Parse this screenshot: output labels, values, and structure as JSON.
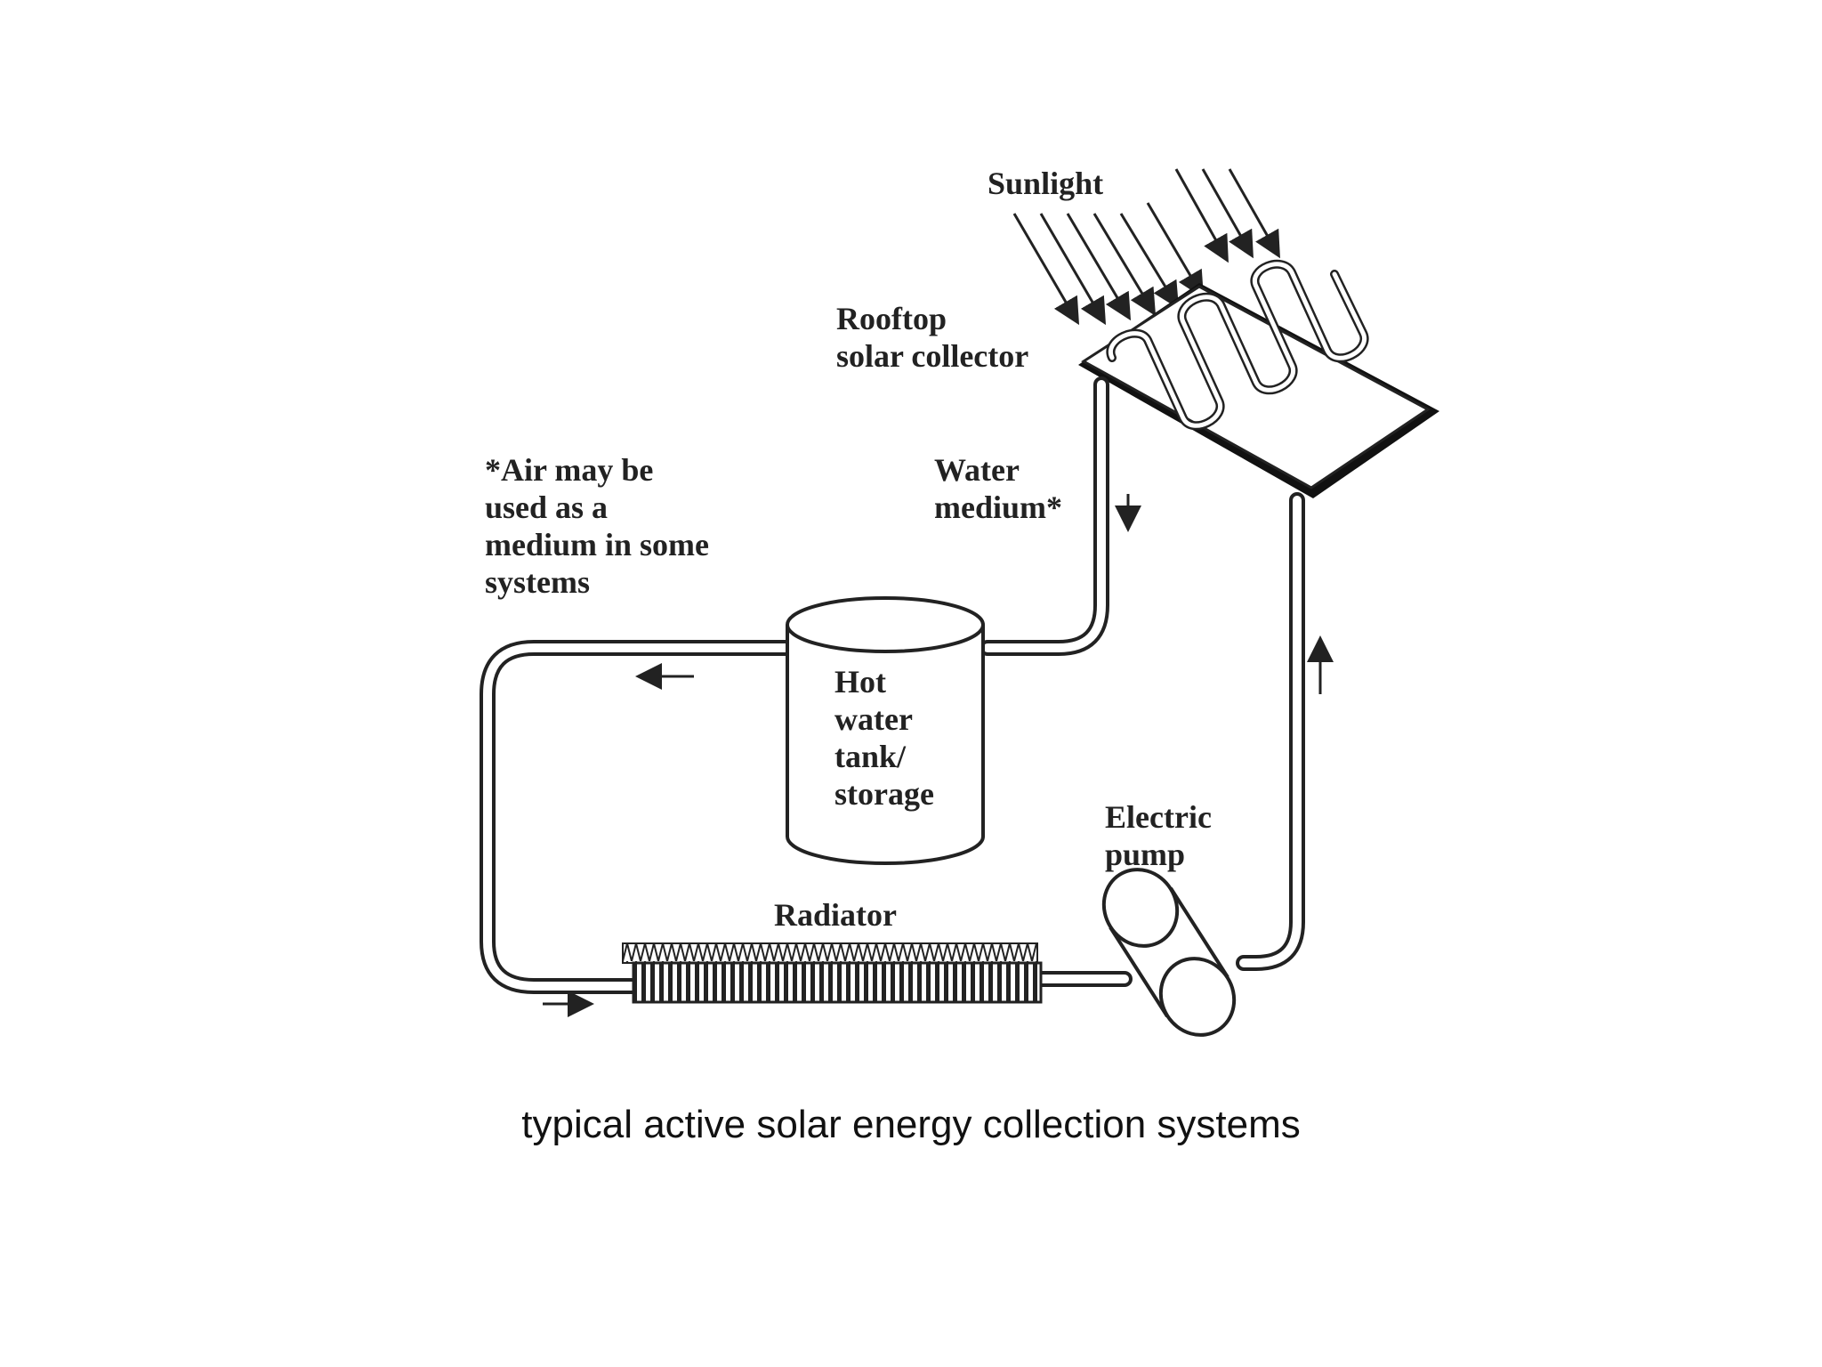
{
  "labels": {
    "sunlight": "Sunlight",
    "rooftop_line1": "Rooftop",
    "rooftop_line2": "solar collector",
    "air_line1": "*Air may be",
    "air_line2": "used as a",
    "air_line3": "medium in some",
    "air_line4": "systems",
    "water_line1": "Water",
    "water_line2": "medium*",
    "tank_line1": "Hot",
    "tank_line2": "water",
    "tank_line3": "tank/",
    "tank_line4": "storage",
    "pump_line1": "Electric",
    "pump_line2": "pump",
    "radiator": "Radiator"
  },
  "caption": "typical active solar energy collection systems"
}
